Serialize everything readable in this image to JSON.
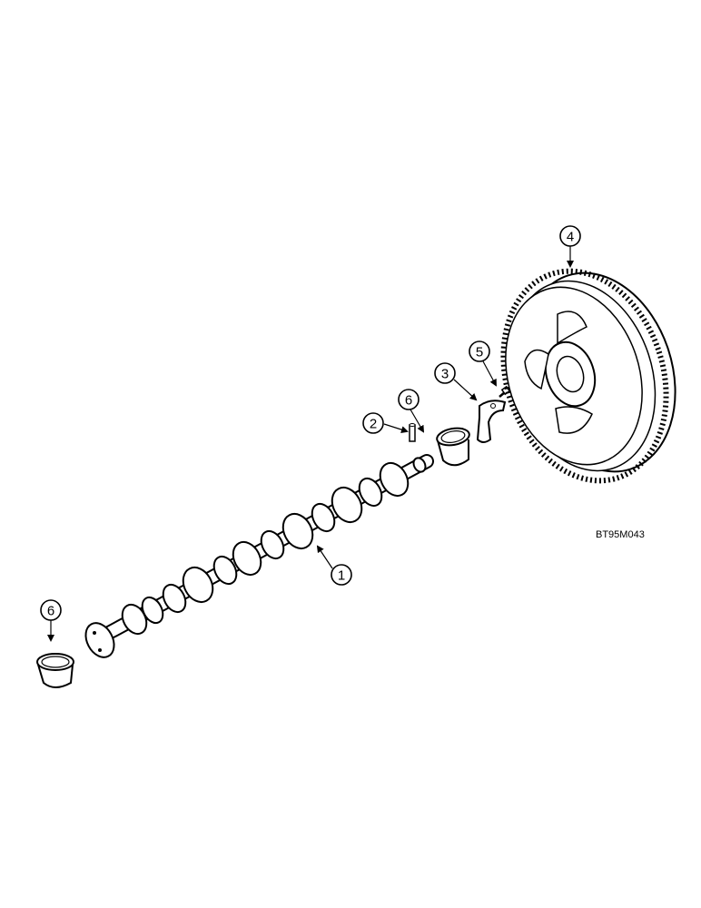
{
  "diagram": {
    "reference_code": "BT95M043",
    "callouts": [
      {
        "id": "callout-1",
        "label": "1"
      },
      {
        "id": "callout-2",
        "label": "2"
      },
      {
        "id": "callout-3",
        "label": "3"
      },
      {
        "id": "callout-4",
        "label": "4"
      },
      {
        "id": "callout-5",
        "label": "5"
      },
      {
        "id": "callout-6-right",
        "label": "6"
      },
      {
        "id": "callout-6-left",
        "label": "6"
      }
    ],
    "colors": {
      "ink": "#000000",
      "paper": "#ffffff"
    }
  }
}
